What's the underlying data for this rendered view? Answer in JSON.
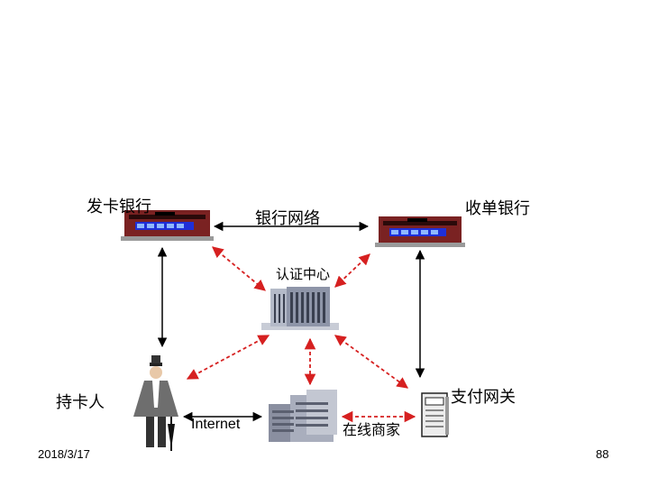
{
  "labels": {
    "issuing_bank": "发卡银行",
    "bank_network": "银行网络",
    "acquiring_bank": "收单银行",
    "certificate_authority": "认证中心",
    "cardholder": "持卡人",
    "internet": "Internet",
    "online_merchant": "在线商家",
    "payment_gateway": "支付网关"
  },
  "footer": {
    "date": "2018/3/17",
    "page_number": "88"
  },
  "colors": {
    "arrow_dashed": "#d62020",
    "arrow_solid": "#000000",
    "bank_body": "#7a2222",
    "bank_panel": "#1f2fd8",
    "building": "#9aa0b0"
  }
}
